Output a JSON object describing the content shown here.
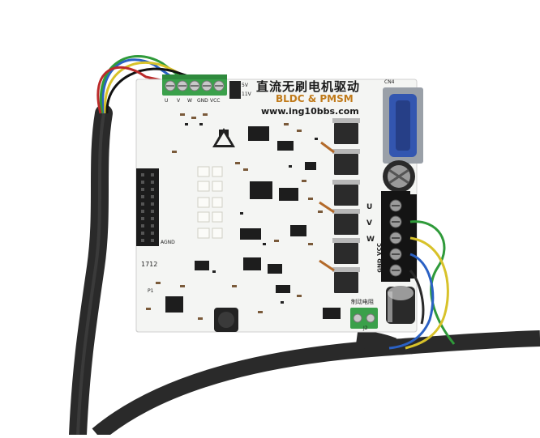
{
  "board": {
    "title_cn": "直流无刷电机驱动",
    "title_en": "BLDC & PMSM",
    "website": "www.ing10bbs.com",
    "terminal_labels_top": [
      "U",
      "V",
      "W",
      "GND",
      "VCC"
    ],
    "power_jumper": [
      "5V",
      "11V"
    ],
    "phase_labels": [
      "U",
      "V",
      "W"
    ],
    "power_labels": [
      "GND",
      "VCC"
    ],
    "bottom_label": "制动电阻",
    "header_label": "AGND",
    "model": "1712",
    "fuse_label": "P1",
    "conn_label": "CN4",
    "connector_pin": "J2"
  },
  "colors": {
    "board": "#f4f5f3",
    "terminal_green": "#3aa04a",
    "cable": "#2a2a2a",
    "wire_blue": "#2b61c4",
    "wire_green": "#2f9a3a",
    "wire_yellow": "#d8c22a",
    "vga_blue": "#3356b0",
    "mosfet": "#2b2b2b",
    "heat_tab": "#b7b7b7"
  }
}
